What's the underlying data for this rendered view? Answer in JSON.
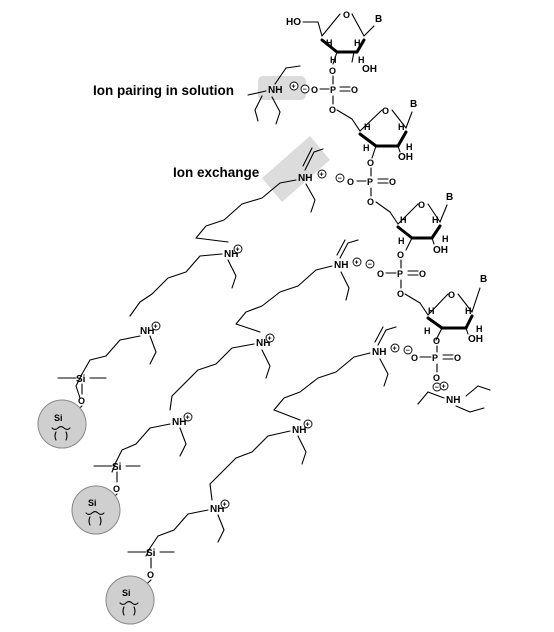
{
  "labels": {
    "ion_pairing": "Ion pairing in solution",
    "ion_exchange": "Ion exchange"
  },
  "atoms": {
    "ho": "HO",
    "base": "B",
    "h": "H",
    "oh": "OH",
    "o": "O",
    "p": "P",
    "nh": "NH",
    "si": "Si"
  },
  "charges": {
    "plus": "+",
    "minus": "−"
  }
}
